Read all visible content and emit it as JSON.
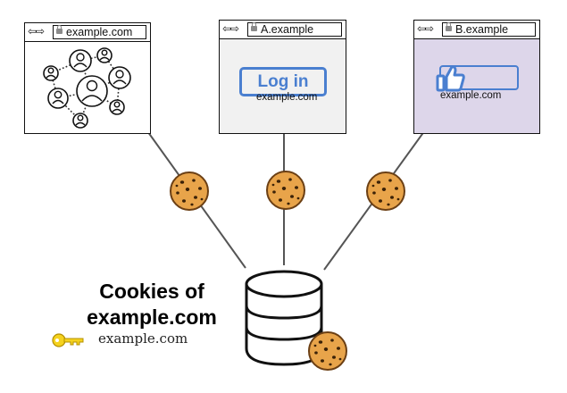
{
  "nav_arrows": "⇦⇨",
  "windows": [
    {
      "url": "example.com"
    },
    {
      "url": "A.example",
      "site_label": "example.com",
      "button_label": "Log in"
    },
    {
      "url": "B.example",
      "site_label": "example.com"
    }
  ],
  "title_line1": "Cookies of",
  "title_line2": "example.com",
  "key_label": "example.com",
  "colors": {
    "accent_blue": "#4a7fd0",
    "cookie": "#e8a44a",
    "key": "#f5d21e",
    "window_b_bg": "#ddd6ea",
    "window_a_bg": "#f1f1f1"
  }
}
